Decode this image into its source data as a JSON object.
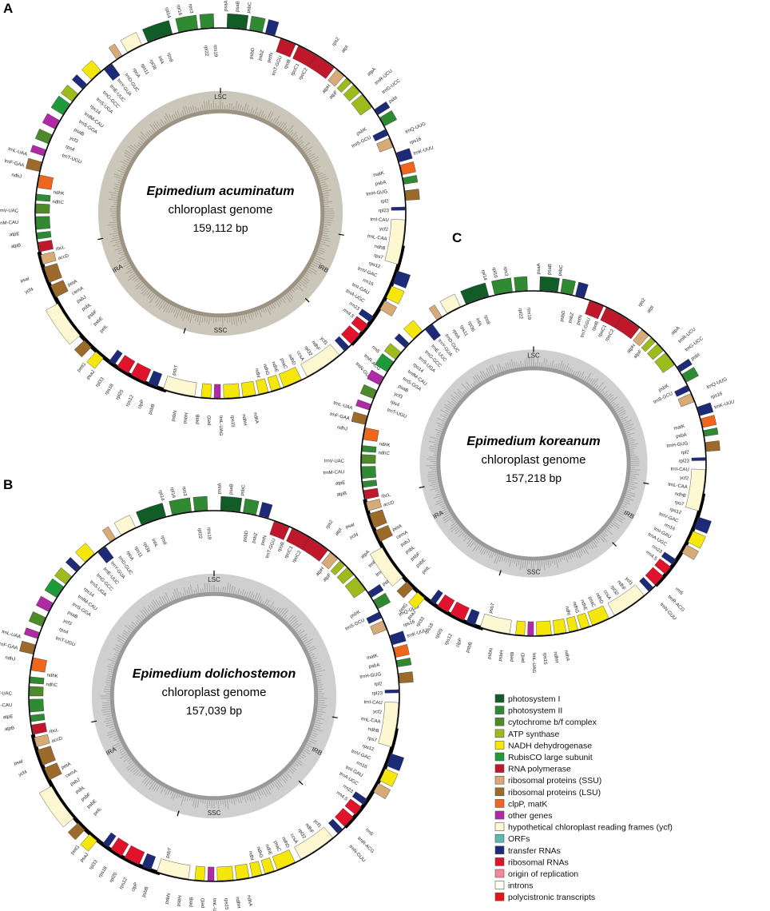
{
  "panels": [
    {
      "letter": "A",
      "species": "Epimedium acuminatum",
      "subtitle": "chloroplast genome",
      "size": "159,112 bp",
      "ring_color": "#cbc6ba",
      "ring_dark": "#9c9383",
      "regions": [
        "LSC",
        "IRB",
        "SSC",
        "IRA"
      ],
      "labels": [
        "psaA",
        "psaB",
        "psbC",
        "psbD",
        "psbZ",
        "petN",
        "trnT-GGU",
        "rpoB",
        "rpoC1",
        "rpoC2",
        "rps2",
        "atpI",
        "atpH",
        "atpF",
        "atpA",
        "trnR-UCU",
        "trnG-UCC",
        "psbI",
        "psbK",
        "trnS-GCU",
        "trnQ-UUG",
        "rps16",
        "trnK-UUU",
        "matK",
        "psbA",
        "trnH-GUG",
        "rpl2",
        "rpl23",
        "trnI-CAU",
        "ycf2",
        "trnL-CAA",
        "ndhB",
        "rps7",
        "rps12",
        "trnV-GAC",
        "rrn16",
        "trnI-GAU",
        "trnA-UGC",
        "rrn23",
        "rrn4.5",
        "rrn5",
        "trnR-ACG",
        "trnN-GUU",
        "ycf1",
        "ndhF",
        "rpl32",
        "ccsA",
        "ndhD",
        "psaC",
        "ndhE",
        "ndhG",
        "ndhI",
        "ndhA",
        "ndhH",
        "rps15",
        "trnL-UAG",
        "petD",
        "petB",
        "psbH",
        "psbN",
        "psbT",
        "psbB",
        "clpP",
        "rps12",
        "rpl20",
        "rps18",
        "rpl33",
        "psaJ",
        "petG",
        "petL",
        "psbE",
        "psbF",
        "psbL",
        "psbJ",
        "cemA",
        "petA",
        "ycf4",
        "psaI",
        "accD",
        "rbcL",
        "atpB",
        "atpE",
        "trnM-CAU",
        "trnV-UAC",
        "ndhC",
        "ndhK",
        "ndhJ",
        "trnF-GAA",
        "trnL-UAA",
        "trnT-UGU",
        "rps4",
        "ycf3",
        "psaB",
        "trnS-GGA",
        "trnfM-CAU",
        "rps14",
        "trnS-UGA",
        "trnG-GCC",
        "trnE-UUC",
        "trnY-GUA",
        "trnD-GUC",
        "rpoA",
        "rps11",
        "rpl36",
        "infA",
        "rps8",
        "rpl14",
        "rpl16",
        "rps3",
        "rpl22",
        "rps19"
      ]
    },
    {
      "letter": "B",
      "species": "Epimedium dolichostemon",
      "subtitle": "chloroplast genome",
      "size": "157,039 bp",
      "ring_color": "#cfcfcf",
      "ring_dark": "#9a9a9a",
      "regions": [
        "LSC",
        "IRB",
        "SSC",
        "IRA"
      ],
      "labels": [
        "psaA",
        "psaB",
        "psbC",
        "psbD",
        "psbZ",
        "petN",
        "trnT-GGU",
        "rpoB",
        "rpoC1",
        "rpoC2",
        "rps2",
        "atpI",
        "atpH",
        "atpF",
        "atpA",
        "trnR-UCU",
        "trnG-UCC",
        "psbI",
        "psbK",
        "trnS-GCU",
        "trnQ-UUG",
        "rps16",
        "trnK-UUU",
        "matK",
        "psbA",
        "trnH-GUG",
        "rpl2",
        "rpl23",
        "trnI-CAU",
        "ycf2",
        "trnL-CAA",
        "ndhB",
        "rps7",
        "rps12",
        "trnV-GAC",
        "rrn16",
        "trnI-GAU",
        "trnA-UGC",
        "rrn23",
        "rrn4.5",
        "rrn5",
        "trnR-ACG",
        "trnN-GUU",
        "ycf1",
        "ndhF",
        "rpl32",
        "ccsA",
        "ndhD",
        "psaC",
        "ndhE",
        "ndhG",
        "ndhI",
        "ndhA",
        "ndhH",
        "rps15",
        "trnL-UAG",
        "petD",
        "petB",
        "psbH",
        "psbN",
        "psbT",
        "psbB",
        "clpP",
        "rps12",
        "rpl20",
        "rps18",
        "rpl33",
        "psaJ",
        "petG",
        "petL",
        "psbE",
        "psbF",
        "psbL",
        "psbJ",
        "cemA",
        "petA",
        "ycf4",
        "psaI",
        "accD",
        "rbcL",
        "atpB",
        "atpE",
        "trnM-CAU",
        "trnV-UAC",
        "ndhC",
        "ndhK",
        "ndhJ",
        "trnF-GAA",
        "trnL-UAA",
        "trnT-UGU",
        "rps4",
        "ycf3",
        "psaB",
        "trnS-GGA",
        "trnfM-CAU",
        "rps14",
        "trnS-UGA",
        "trnG-GCC",
        "trnE-UUC",
        "trnY-GUA",
        "trnD-GUC",
        "rpoA",
        "rps11",
        "rpl36",
        "infA",
        "rps8",
        "rpl14",
        "rpl16",
        "rps3",
        "rpl22",
        "rps19"
      ]
    },
    {
      "letter": "C",
      "species": "Epimedium koreanum",
      "subtitle": "chloroplast genome",
      "size": "157,218 bp",
      "ring_color": "#cfcfcf",
      "ring_dark": "#9a9a9a",
      "regions": [
        "LSC",
        "IRB",
        "SSC",
        "IRA"
      ],
      "labels": [
        "psaA",
        "psaB",
        "psbC",
        "psbD",
        "psbZ",
        "petN",
        "trnT-GGU",
        "rpoB",
        "rpoC1",
        "rpoC2",
        "rps2",
        "atpI",
        "atpH",
        "atpF",
        "atpA",
        "trnR-UCU",
        "trnG-UCC",
        "psbI",
        "psbK",
        "trnS-GCU",
        "trnQ-UUG",
        "rps16",
        "trnK-UUU",
        "matK",
        "psbA",
        "trnH-GUG",
        "rpl2",
        "rpl23",
        "trnI-CAU",
        "ycf2",
        "trnL-CAA",
        "ndhB",
        "rps7",
        "rps12",
        "trnV-GAC",
        "rrn16",
        "trnI-GAU",
        "trnA-UGC",
        "rrn23",
        "rrn4.5",
        "rrn5",
        "trnR-ACG",
        "trnN-GUU",
        "ycf1",
        "ndhF",
        "rpl32",
        "ccsA",
        "ndhD",
        "psaC",
        "ndhE",
        "ndhG",
        "ndhI",
        "ndhA",
        "ndhH",
        "rps15",
        "trnL-UAG",
        "petD",
        "petB",
        "psbH",
        "psbN",
        "psbT",
        "psbB",
        "clpP",
        "rps12",
        "rpl20",
        "rps18",
        "rpl33",
        "psaJ",
        "petG",
        "petL",
        "psbE",
        "psbF",
        "psbL",
        "psbJ",
        "cemA",
        "petA",
        "ycf4",
        "psaI",
        "accD",
        "rbcL",
        "atpB",
        "atpE",
        "trnM-CAU",
        "trnV-UAC",
        "ndhC",
        "ndhK",
        "ndhJ",
        "trnF-GAA",
        "trnL-UAA",
        "trnT-UGU",
        "rps4",
        "ycf3",
        "psaB",
        "trnS-GGA",
        "trnfM-CAU",
        "rps14",
        "trnS-UGA",
        "trnG-GCC",
        "trnE-UUC",
        "trnY-GUA",
        "trnD-GUC",
        "rpoA",
        "rps11",
        "rpl36",
        "infA",
        "rps8",
        "rpl14",
        "rpl16",
        "rps3",
        "rpl22",
        "rps19"
      ]
    }
  ],
  "legend": [
    {
      "label": "photosystem I",
      "color": "#115c27"
    },
    {
      "label": "photosystem II",
      "color": "#2f8a32"
    },
    {
      "label": "cytochrome b/f complex",
      "color": "#4d8a2a"
    },
    {
      "label": "ATP synthase",
      "color": "#9cbc1e"
    },
    {
      "label": "NADH dehydrogenase",
      "color": "#f5e60c"
    },
    {
      "label": "RubisCO large subunit",
      "color": "#1e9a3a"
    },
    {
      "label": "RNA polymerase",
      "color": "#c0182a"
    },
    {
      "label": "ribosomal proteins (SSU)",
      "color": "#d7ab78"
    },
    {
      "label": "ribosomal proteins (LSU)",
      "color": "#9c6a2a"
    },
    {
      "label": "clpP, matK",
      "color": "#f0661c"
    },
    {
      "label": "other genes",
      "color": "#b02aa6"
    },
    {
      "label": "hypothetical chloroplast reading frames (ycf)",
      "color": "#fdf8d2"
    },
    {
      "label": "ORFs",
      "color": "#5ab8ae"
    },
    {
      "label": "transfer RNAs",
      "color": "#1d2a78"
    },
    {
      "label": "ribosomal RNAs",
      "color": "#e0122c"
    },
    {
      "label": "origin of replication",
      "color": "#f08a98"
    },
    {
      "label": "introns",
      "color": "#fffdf0"
    },
    {
      "label": "polycistronic transcripts",
      "color": "#e81414"
    }
  ]
}
